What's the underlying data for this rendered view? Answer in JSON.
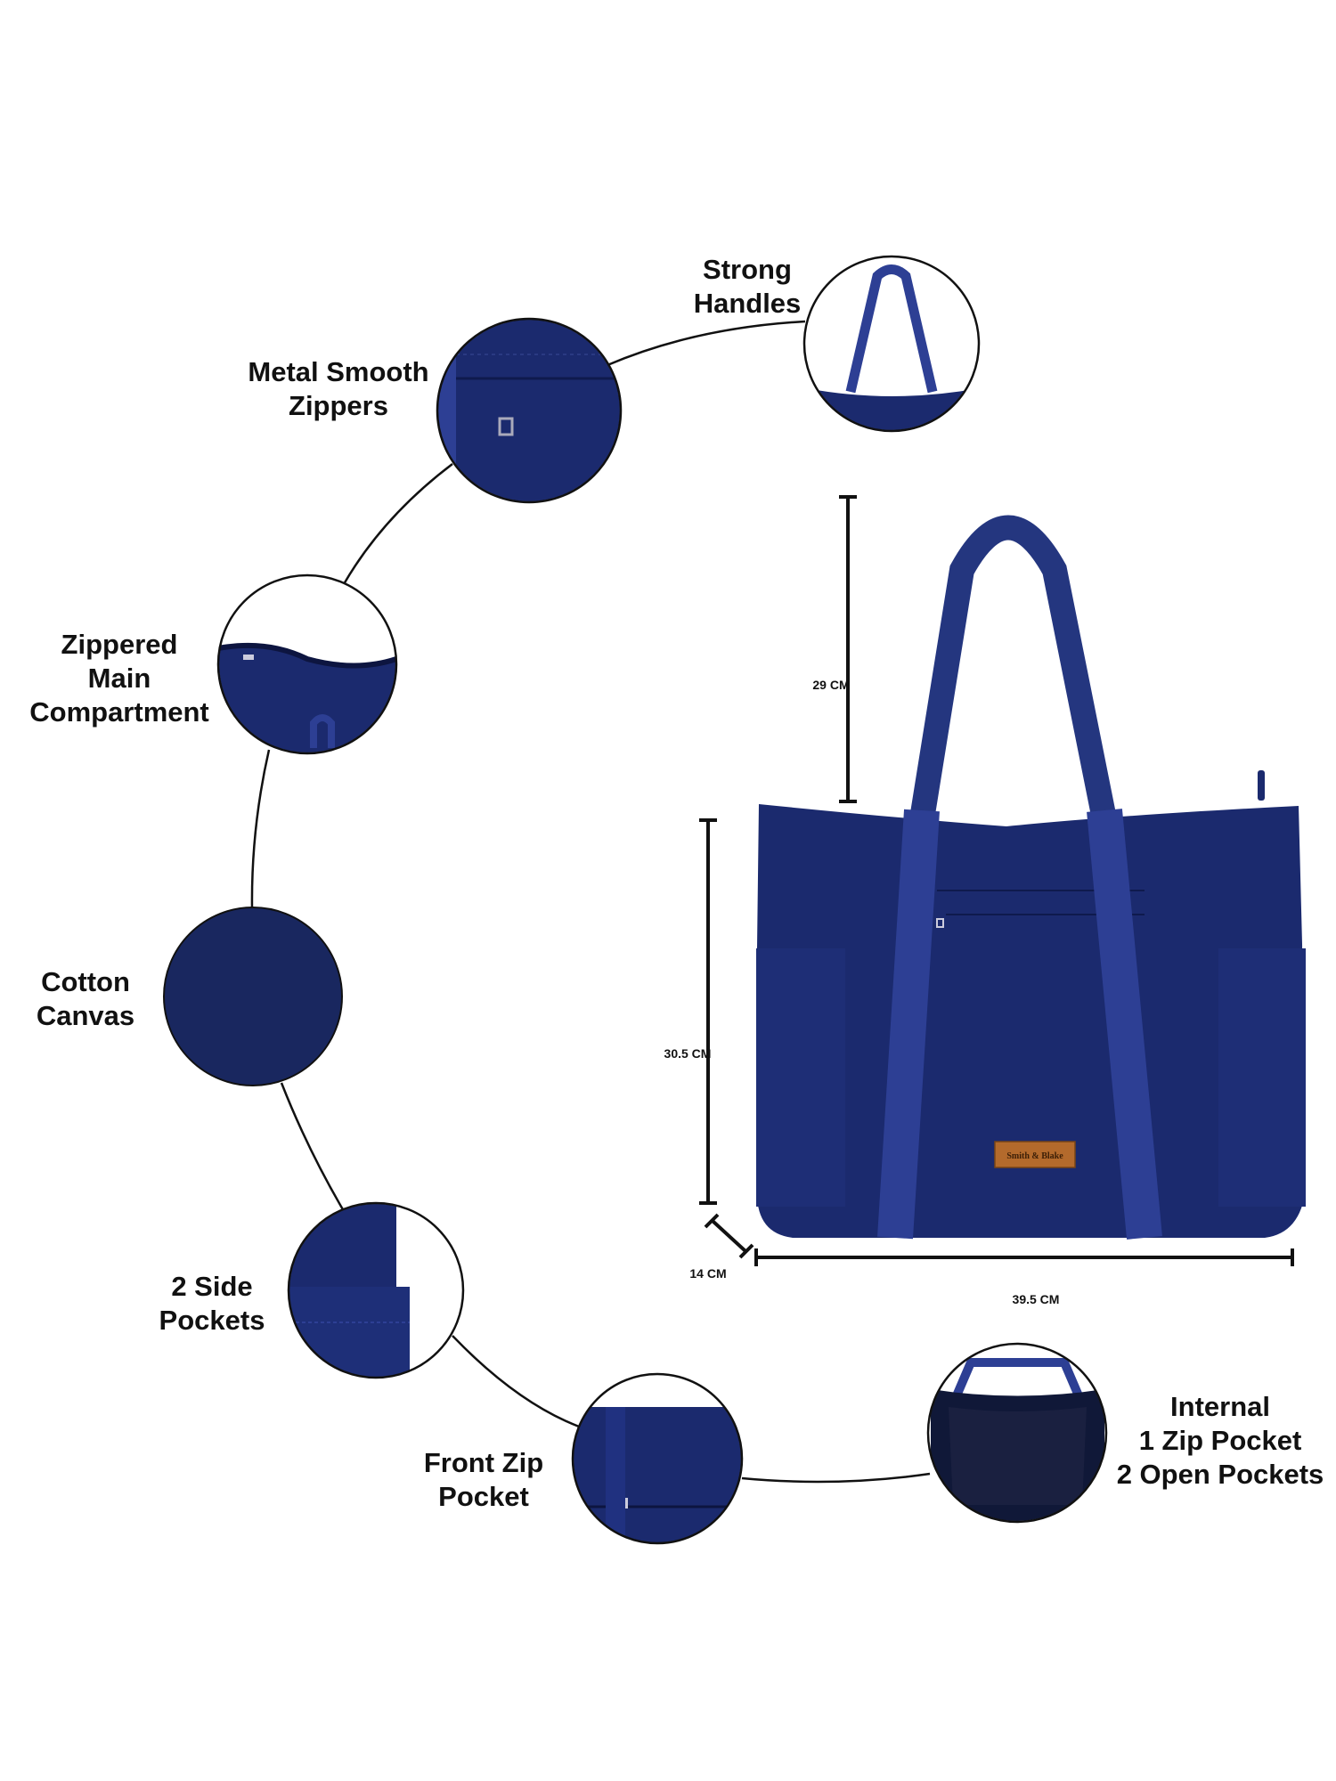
{
  "features": {
    "strong_handles": [
      "Strong",
      "Handles"
    ],
    "metal_zippers": [
      "Metal Smooth",
      "Zippers"
    ],
    "zippered_main": [
      "Zippered",
      "Main",
      "Compartment"
    ],
    "cotton_canvas": [
      "Cotton",
      "Canvas"
    ],
    "side_pockets": [
      "2 Side",
      "Pockets"
    ],
    "front_zip": [
      "Front Zip",
      "Pocket"
    ],
    "internal": [
      "Internal",
      "1 Zip Pocket",
      "2 Open Pockets"
    ]
  },
  "dimensions": {
    "handle_drop": "29 CM",
    "height": "30.5 CM",
    "depth": "14 CM",
    "width": "39.5 CM"
  },
  "brand_patch": "Smith & Blake",
  "colors": {
    "bag_navy": "#1b2a6e",
    "strap_blue": "#2d3f94",
    "patch_brown": "#b36a2c",
    "line": "#111111"
  }
}
